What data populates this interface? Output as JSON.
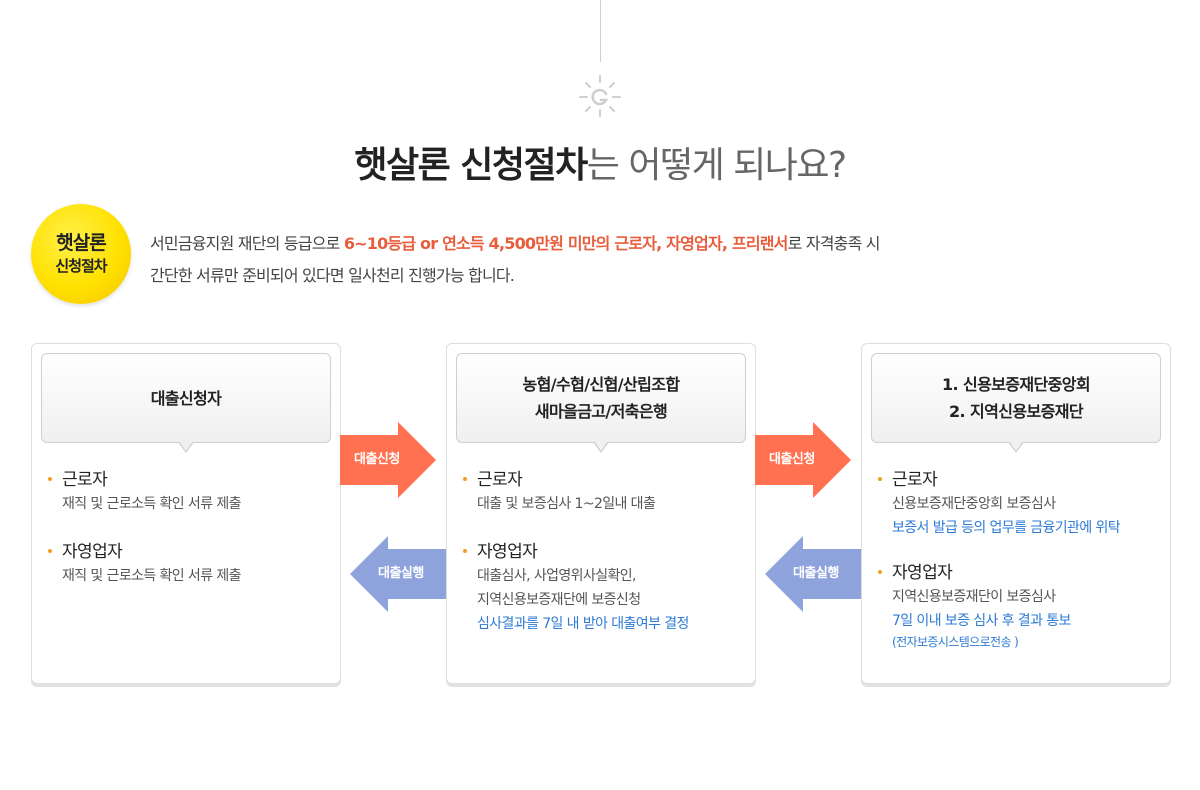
{
  "header": {
    "title_bold": "햇살론 신청절차",
    "title_light": "는 어떻게 되나요?"
  },
  "badge": {
    "line1": "햇살론",
    "line2": "신청절차"
  },
  "description": {
    "line1_prefix": "서민금융지원 재단의 등급으로 ",
    "line1_highlight": "6~10등급 or 연소득 4,500만원 미만의 근로자, 자영업자, 프리랜서",
    "line1_suffix": "로 자격충족 시",
    "line2": "간단한 서류만 준비되어 있다면 일사천리 진행가능 합니다."
  },
  "cards": [
    {
      "header": [
        "대출신청자"
      ],
      "sections": [
        {
          "title": "근로자",
          "lines": [
            {
              "text": "재직 및 근로소득 확인 서류 제출",
              "style": "normal"
            }
          ]
        },
        {
          "title": "자영업자",
          "lines": [
            {
              "text": "재직 및 근로소득 확인 서류 제출",
              "style": "normal"
            }
          ]
        }
      ]
    },
    {
      "header": [
        "농협/수협/신협/산립조합",
        "새마을금고/저축은행"
      ],
      "sections": [
        {
          "title": "근로자",
          "lines": [
            {
              "text": "대출 및 보증심사 1~2일내 대출",
              "style": "normal"
            }
          ]
        },
        {
          "title": "자영업자",
          "lines": [
            {
              "text": "대출심사, 사업영위사실확인,",
              "style": "normal"
            },
            {
              "text": "지역신용보증재단에 보증신청",
              "style": "normal"
            },
            {
              "text": "심사결과를 7일 내 받아 대출여부 결정",
              "style": "blue"
            }
          ]
        }
      ]
    },
    {
      "header": [
        "1. 신용보증재단중앙회",
        "2. 지역신용보증재단"
      ],
      "sections": [
        {
          "title": "근로자",
          "lines": [
            {
              "text": "신용보증재단중앙회 보증심사",
              "style": "normal"
            },
            {
              "text": "보증서 발급 등의 업무를 금융기관에 위탁",
              "style": "blue"
            }
          ]
        },
        {
          "title": "자영업자",
          "lines": [
            {
              "text": "지역신용보증재단이 보증심사",
              "style": "normal"
            },
            {
              "text": "7일 이내 보증 심사 후 결과 통보",
              "style": "blue"
            },
            {
              "text": "(전자보증시스템으로전송 )",
              "style": "blue-small"
            }
          ]
        }
      ]
    }
  ],
  "arrows": {
    "apply_label": "대출신청",
    "execute_label": "대출실행",
    "apply_color": "#ff7150",
    "execute_color": "#8ea3dc"
  },
  "colors": {
    "highlight": "#e85d3c",
    "blue_text": "#2e7bd6",
    "bullet": "#f0a020"
  }
}
